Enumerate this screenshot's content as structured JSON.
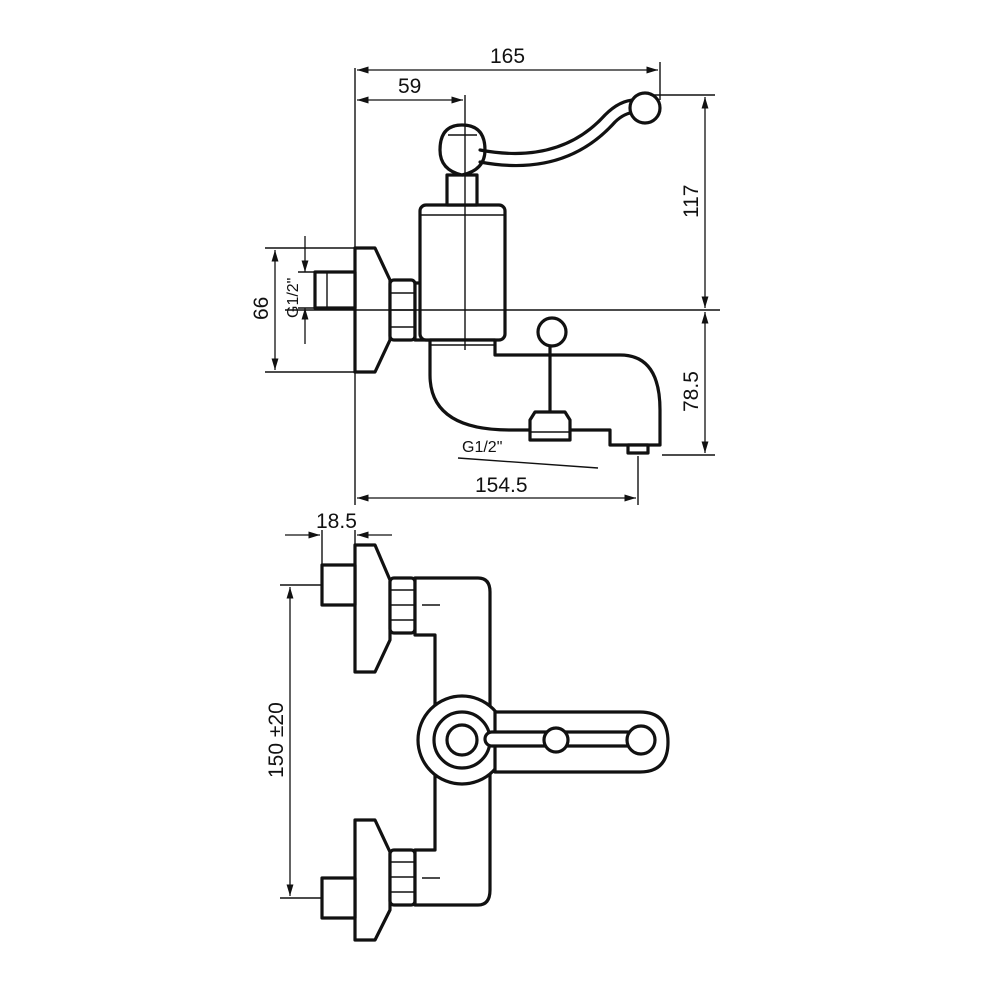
{
  "dimensions": {
    "width_overall": "165",
    "handle_offset": "59",
    "height_handle": "117",
    "inlet_height": "66",
    "inlet_thread_side": "G1/2\"",
    "spout_height": "78.5",
    "outlet_thread": "G1/2\"",
    "spout_length": "154.5",
    "wall_offset": "18.5",
    "inlet_spacing": "150 ±20"
  }
}
